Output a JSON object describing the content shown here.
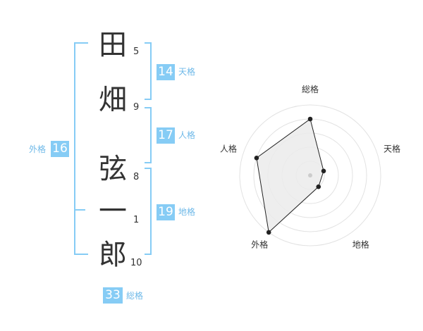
{
  "name": {
    "characters": [
      {
        "char": "田",
        "strokes": "5"
      },
      {
        "char": "畑",
        "strokes": "9"
      },
      {
        "char": "弦",
        "strokes": "8"
      },
      {
        "char": "一",
        "strokes": "1"
      },
      {
        "char": "郎",
        "strokes": "10"
      }
    ]
  },
  "fortunes": {
    "tenkaku": {
      "value": "14",
      "label": "天格"
    },
    "jinkaku": {
      "value": "17",
      "label": "人格"
    },
    "chikaku": {
      "value": "19",
      "label": "地格"
    },
    "gaikaku": {
      "value": "16",
      "label": "外格"
    },
    "soukaku": {
      "value": "33",
      "label": "総格"
    }
  },
  "colors": {
    "accent": "#86ccf5",
    "label": "#6fb9e8",
    "text": "#333333"
  },
  "chart_data": {
    "type": "radar",
    "axes": [
      "総格",
      "天格",
      "地格",
      "外格",
      "人格"
    ],
    "values": [
      4,
      1,
      1,
      5,
      4
    ],
    "max": 5,
    "rings": 5,
    "grid": true
  }
}
